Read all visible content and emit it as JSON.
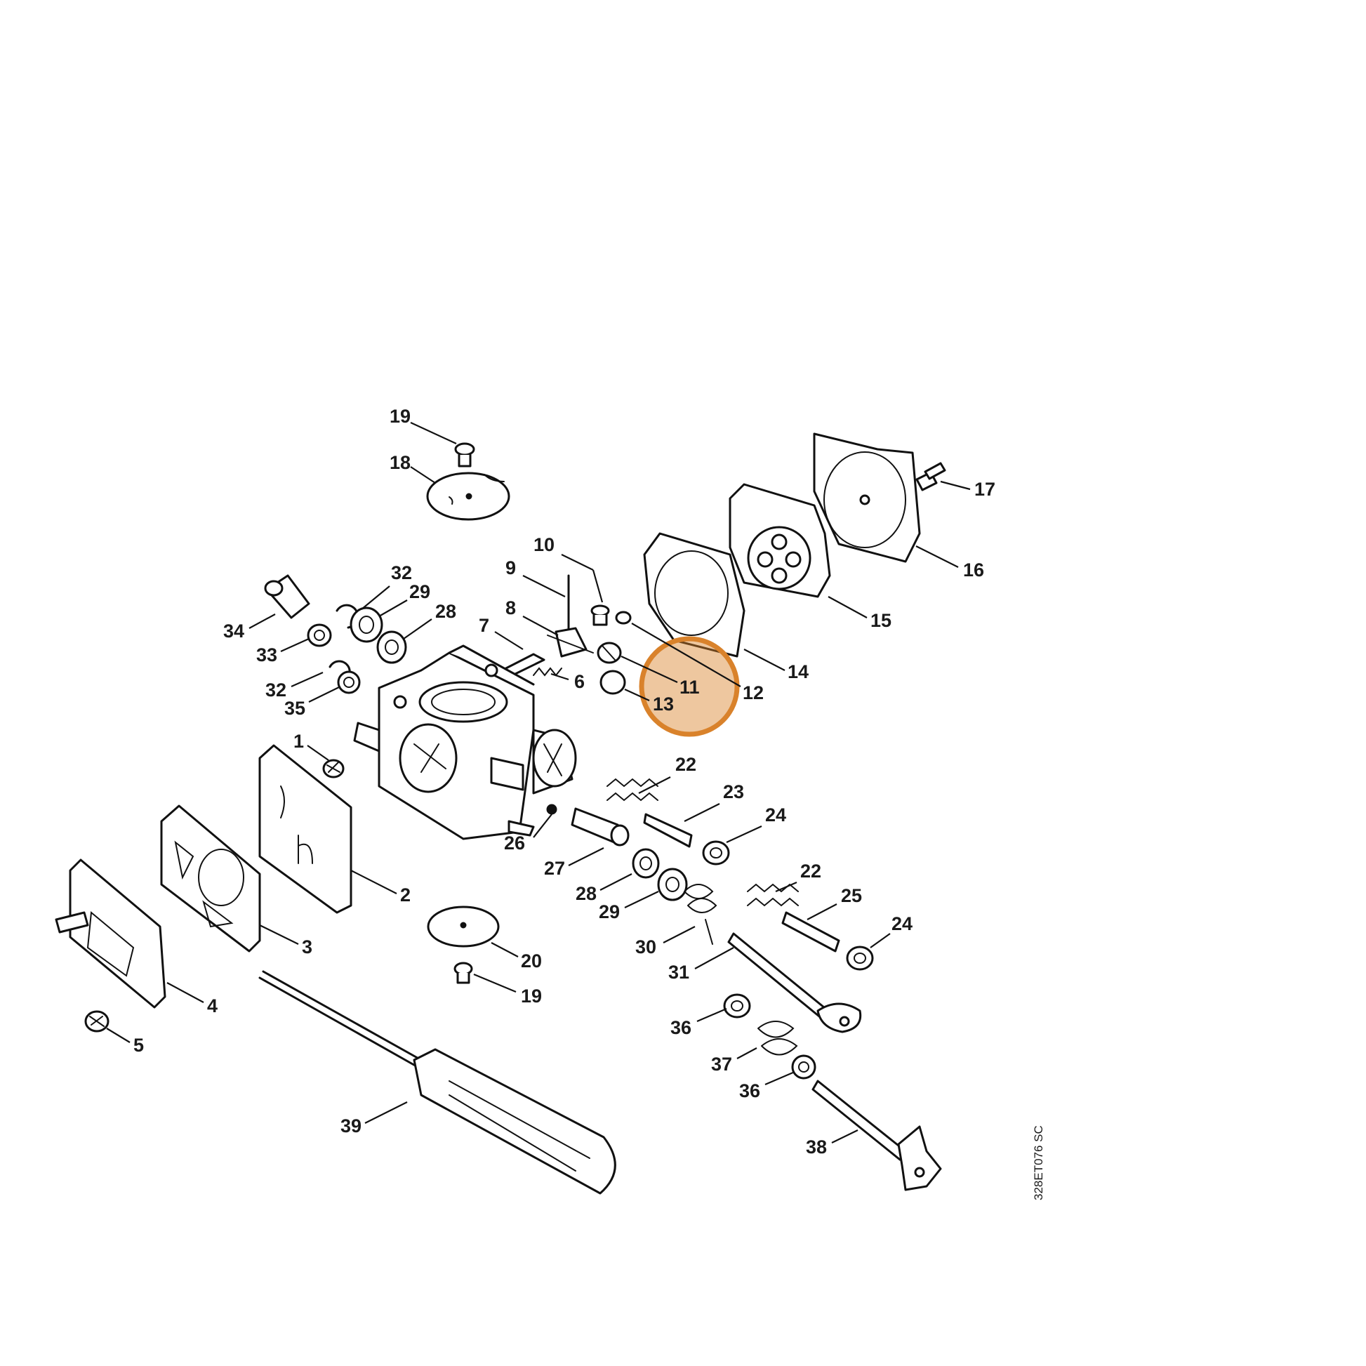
{
  "diagram": {
    "drawing_code": "328ET076 SC",
    "highlight": {
      "target": "11",
      "color": "#d9822b"
    },
    "callouts": [
      {
        "id": "19a",
        "text": "19"
      },
      {
        "id": "18",
        "text": "18"
      },
      {
        "id": "17",
        "text": "17"
      },
      {
        "id": "16",
        "text": "16"
      },
      {
        "id": "15",
        "text": "15"
      },
      {
        "id": "14",
        "text": "14"
      },
      {
        "id": "12",
        "text": "12"
      },
      {
        "id": "11",
        "text": "11"
      },
      {
        "id": "13",
        "text": "13"
      },
      {
        "id": "10",
        "text": "10"
      },
      {
        "id": "9",
        "text": "9"
      },
      {
        "id": "8",
        "text": "8"
      },
      {
        "id": "7",
        "text": "7"
      },
      {
        "id": "6",
        "text": "6"
      },
      {
        "id": "32a",
        "text": "32"
      },
      {
        "id": "29a",
        "text": "29"
      },
      {
        "id": "28a",
        "text": "28"
      },
      {
        "id": "34",
        "text": "34"
      },
      {
        "id": "33",
        "text": "33"
      },
      {
        "id": "32b",
        "text": "32"
      },
      {
        "id": "35",
        "text": "35"
      },
      {
        "id": "1",
        "text": "1"
      },
      {
        "id": "2",
        "text": "2"
      },
      {
        "id": "3",
        "text": "3"
      },
      {
        "id": "4",
        "text": "4"
      },
      {
        "id": "5",
        "text": "5"
      },
      {
        "id": "22a",
        "text": "22"
      },
      {
        "id": "23",
        "text": "23"
      },
      {
        "id": "24a",
        "text": "24"
      },
      {
        "id": "26",
        "text": "26"
      },
      {
        "id": "27",
        "text": "27"
      },
      {
        "id": "28b",
        "text": "28"
      },
      {
        "id": "29b",
        "text": "29"
      },
      {
        "id": "22b",
        "text": "22"
      },
      {
        "id": "25",
        "text": "25"
      },
      {
        "id": "24b",
        "text": "24"
      },
      {
        "id": "30",
        "text": "30"
      },
      {
        "id": "31",
        "text": "31"
      },
      {
        "id": "20",
        "text": "20"
      },
      {
        "id": "19b",
        "text": "19"
      },
      {
        "id": "36a",
        "text": "36"
      },
      {
        "id": "37",
        "text": "37"
      },
      {
        "id": "36b",
        "text": "36"
      },
      {
        "id": "38",
        "text": "38"
      },
      {
        "id": "39",
        "text": "39"
      }
    ]
  }
}
